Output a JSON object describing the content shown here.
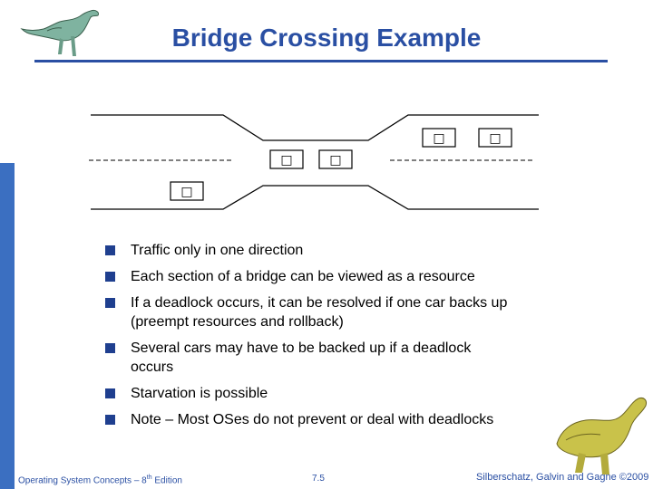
{
  "slide": {
    "title": "Bridge Crossing Example",
    "bullets": [
      {
        "lines": [
          "Traffic only in one direction"
        ]
      },
      {
        "lines": [
          "Each section of a bridge can be viewed as a resource"
        ]
      },
      {
        "lines": [
          "If a deadlock occurs, it can be resolved if one car backs up",
          "(preempt resources and rollback)"
        ]
      },
      {
        "lines": [
          "Several cars may have to be backed up if a deadlock",
          "occurs"
        ]
      },
      {
        "lines": [
          "Starvation is possible"
        ]
      },
      {
        "lines": [
          "Note – Most OSes do not prevent or deal with deadlocks"
        ]
      }
    ],
    "footer": {
      "book": "Operating System Concepts – 8",
      "edition_sup": "th",
      "edition_rest": " Edition",
      "page": "7.5",
      "copyright": "Silberschatz, Galvin and Gagne ©2009"
    }
  },
  "diagram": {
    "car_glyph": "□"
  },
  "colors": {
    "title": "#2a4fa3",
    "rule": "#2a4fa3",
    "bullet": "#1f3f8f",
    "footer": "#2a4fa3",
    "left_bar_top": "#ffffff",
    "left_bar_mid": "#3b6fc1",
    "left_bar_bottom": "#ffffff"
  },
  "icons": [
    "dinosaur-logo-icon",
    "dinosaur-corner-icon",
    "square-bullet-icon"
  ]
}
